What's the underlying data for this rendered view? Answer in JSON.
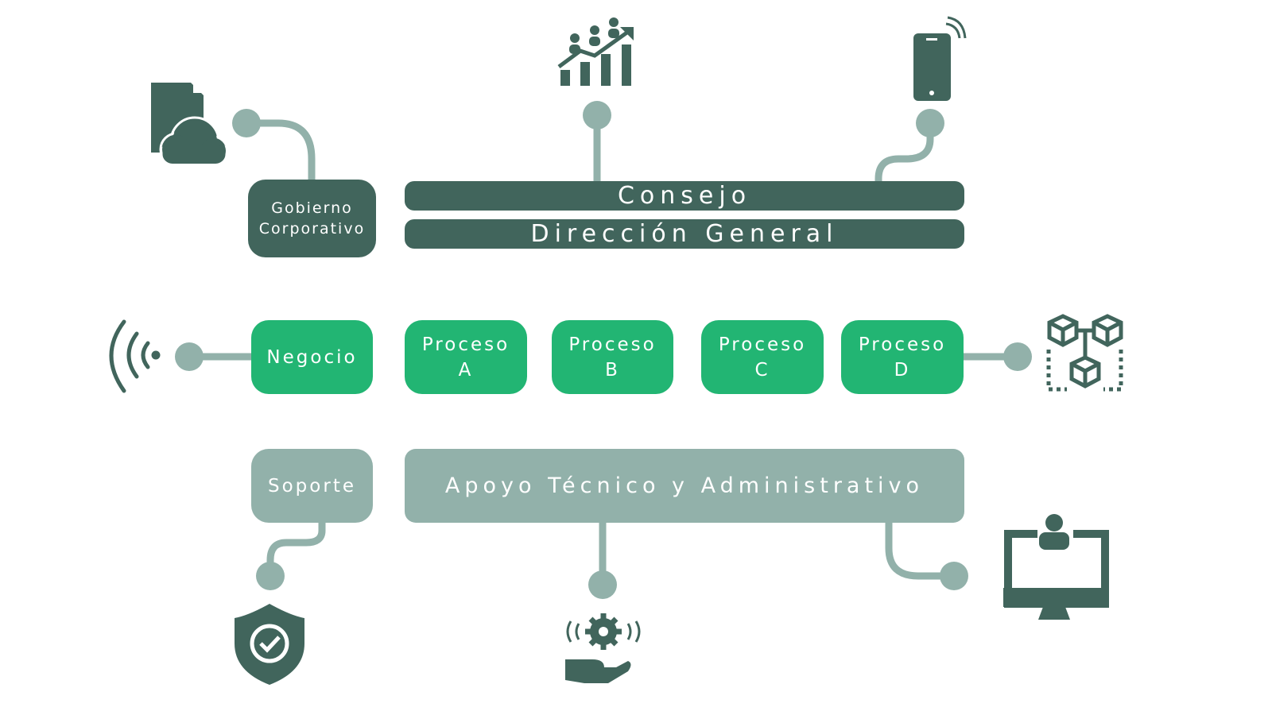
{
  "colors": {
    "dark": "#41655c",
    "green": "#22b573",
    "light": "#92b1aa"
  },
  "top": {
    "gobierno": {
      "line1": "Gobierno",
      "line2": "Corporativo"
    },
    "consejo": "Consejo",
    "direccion": "Dirección General"
  },
  "middle": {
    "negocio": "Negocio",
    "procesos": [
      {
        "line1": "Proceso",
        "line2": "A"
      },
      {
        "line1": "Proceso",
        "line2": "B"
      },
      {
        "line1": "Proceso",
        "line2": "C"
      },
      {
        "line1": "Proceso",
        "line2": "D"
      }
    ]
  },
  "bottom": {
    "soporte": "Soporte",
    "apoyo": "Apoyo Técnico y Administrativo"
  },
  "icons": [
    "cloud-document-icon",
    "growth-chart-icon",
    "mobile-phone-icon",
    "wireless-signal-icon",
    "blockchain-cubes-icon",
    "shield-check-icon",
    "gear-hand-icon",
    "user-monitor-icon"
  ]
}
